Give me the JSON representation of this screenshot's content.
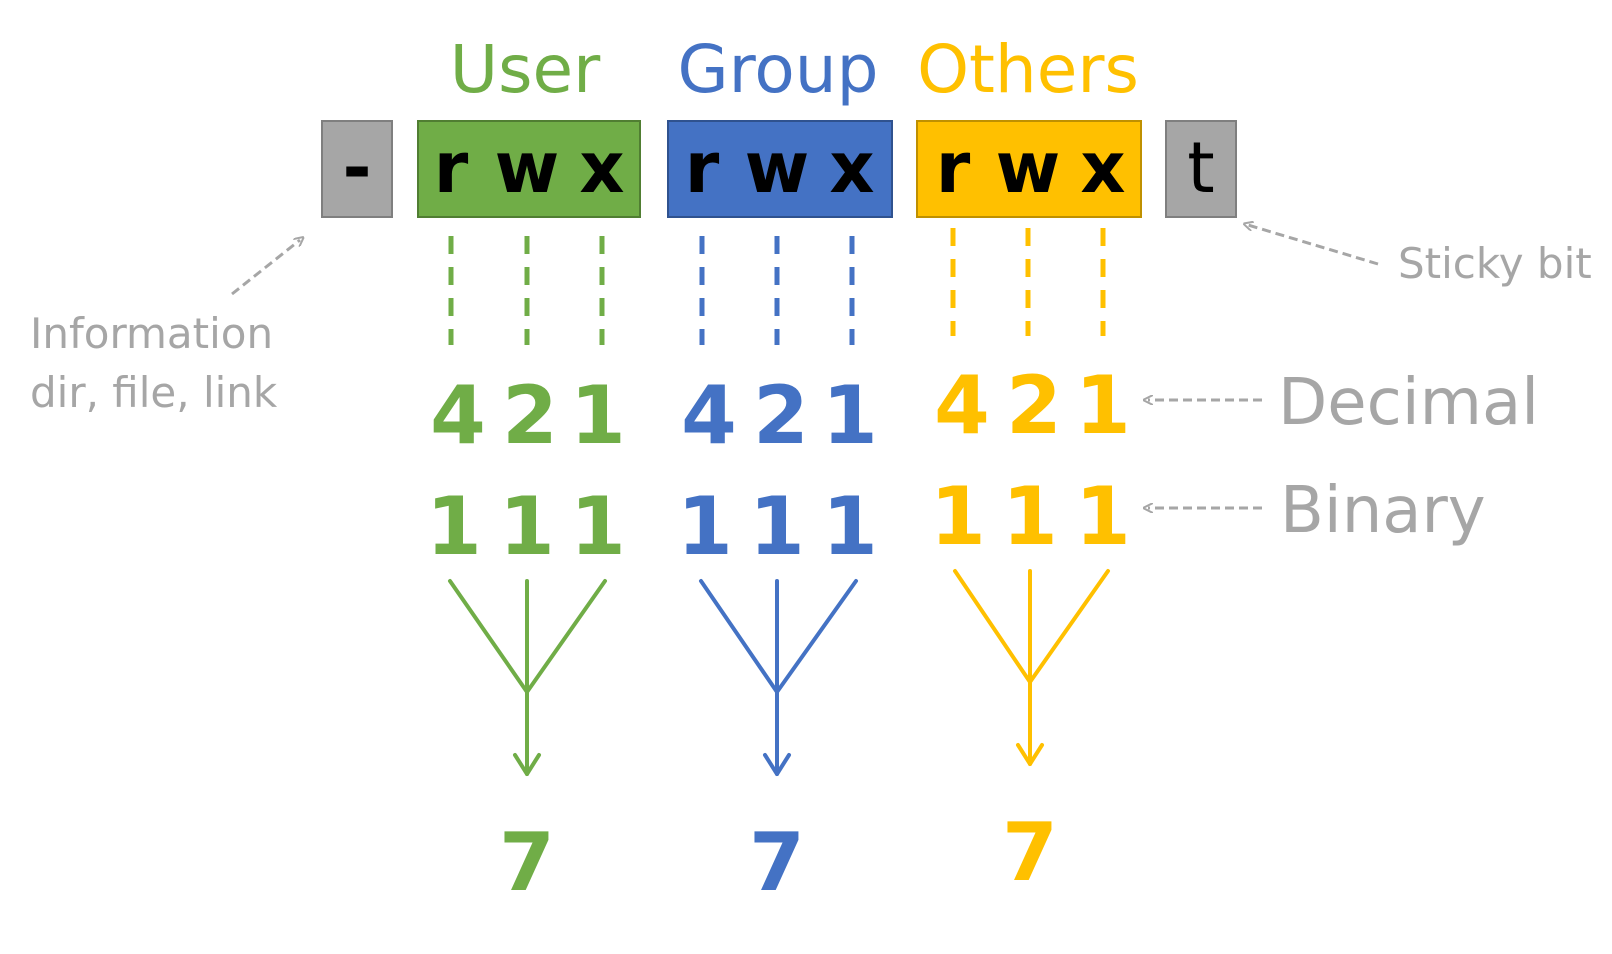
{
  "colors": {
    "user": "#70ad47",
    "group": "#4472c4",
    "others": "#ffc000",
    "gray_box": "#a6a6a6",
    "annotation": "#a6a6a6"
  },
  "type_box": {
    "char": "-"
  },
  "special_box": {
    "char": "t"
  },
  "groups": [
    {
      "key": "user",
      "label": "User",
      "perms": [
        "r",
        "w",
        "x"
      ],
      "decimal": [
        "4",
        "2",
        "1"
      ],
      "binary": [
        "1",
        "1",
        "1"
      ],
      "result": "7"
    },
    {
      "key": "group",
      "label": "Group",
      "perms": [
        "r",
        "w",
        "x"
      ],
      "decimal": [
        "4",
        "2",
        "1"
      ],
      "binary": [
        "1",
        "1",
        "1"
      ],
      "result": "7"
    },
    {
      "key": "others",
      "label": "Others",
      "perms": [
        "r",
        "w",
        "x"
      ],
      "decimal": [
        "4",
        "2",
        "1"
      ],
      "binary": [
        "1",
        "1",
        "1"
      ],
      "result": "7"
    }
  ],
  "annotations": {
    "information_line1": "Information",
    "information_line2": "dir, file, link",
    "sticky_bit": "Sticky bit",
    "decimal": "Decimal",
    "binary": "Binary"
  }
}
